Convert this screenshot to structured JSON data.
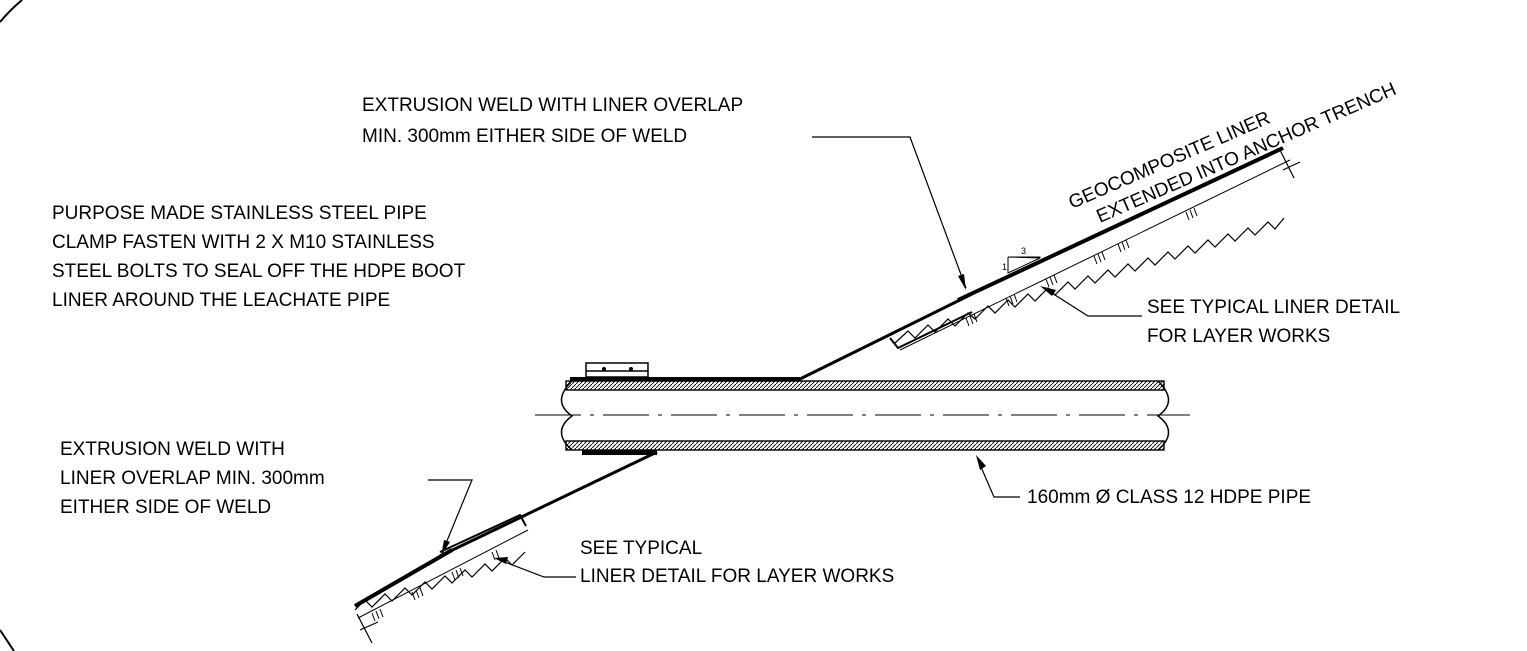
{
  "colors": {
    "ink": "#000000",
    "background": "#ffffff"
  },
  "notes": {
    "weld_top": [
      "EXTRUSION WELD WITH LINER OVERLAP",
      "MIN. 300mm EITHER SIDE OF WELD"
    ],
    "clamp": [
      "PURPOSE MADE STAINLESS STEEL PIPE",
      "CLAMP FASTEN WITH 2 X M10 STAINLESS",
      "STEEL BOLTS TO SEAL OFF THE HDPE BOOT",
      "LINER AROUND THE LEACHATE PIPE"
    ],
    "geocomposite": [
      "GEOCOMPOSITE LINER",
      "EXTENDED INTO ANCHOR TRENCH"
    ],
    "liner_detail_right": [
      "SEE TYPICAL LINER DETAIL",
      "FOR LAYER WORKS"
    ],
    "weld_bottom": [
      "EXTRUSION WELD WITH",
      "LINER OVERLAP MIN. 300mm",
      "EITHER SIDE OF WELD"
    ],
    "pipe": "160mm Ø CLASS 12 HDPE PIPE",
    "liner_detail_left": [
      "SEE TYPICAL",
      "LINER DETAIL FOR LAYER WORKS"
    ],
    "slope_rise": "1",
    "slope_run": "3"
  }
}
